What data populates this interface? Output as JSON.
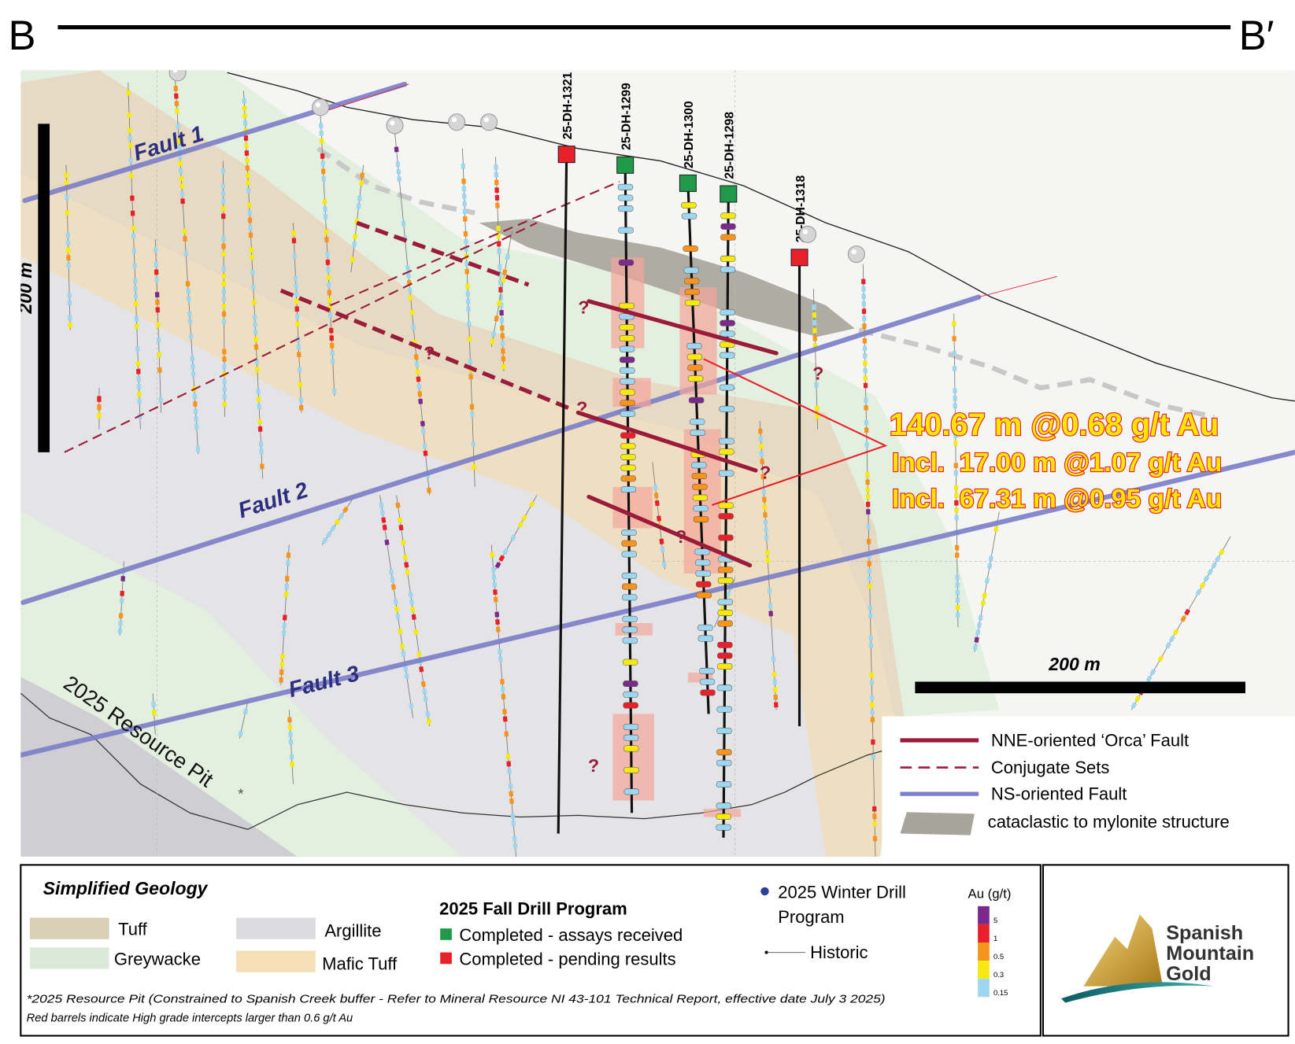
{
  "section": {
    "start_label": "B",
    "end_label": "B′"
  },
  "scale_bars": {
    "vertical_label": "200 m",
    "horizontal_label": "200 m"
  },
  "faults": {
    "fault1": "Fault 1",
    "fault2": "Fault 2",
    "fault3": "Fault 3"
  },
  "resource_pit_label": "2025 Resource Pit",
  "resource_pit_asterisk": "*",
  "question_mark": "?",
  "drill_holes": [
    {
      "id": "25-DH-1321",
      "status": "pending"
    },
    {
      "id": "25-DH-1299",
      "status": "assays"
    },
    {
      "id": "25-DH-1300",
      "status": "assays"
    },
    {
      "id": "25-DH-1298",
      "status": "assays"
    },
    {
      "id": "25-DH-1318",
      "status": "pending"
    }
  ],
  "intercepts": [
    "140.67 m @0.68 g/t Au",
    "Incl.  17.00 m @1.07 g/t Au",
    "Incl.  67.31 m @0.95 g/t Au"
  ],
  "structure_legend": [
    {
      "label": "NNE-oriented ‘Orca’ Fault",
      "symbol": "solid-red"
    },
    {
      "label": "Conjugate Sets",
      "symbol": "dashed-red"
    },
    {
      "label": "NS-oriented Fault",
      "symbol": "solid-purple"
    },
    {
      "label": "cataclastic to mylonite structure",
      "symbol": "grey-polygon"
    }
  ],
  "legend": {
    "geology_title": "Simplified Geology",
    "geology": [
      {
        "label": "Tuff",
        "color": "#d9ceb6"
      },
      {
        "label": "Argillite",
        "color": "#dcdcde"
      },
      {
        "label": "Greywacke",
        "color": "#d9ebd6"
      },
      {
        "label": "Mafic Tuff",
        "color": "#f4dfb6"
      }
    ],
    "fall_title": "2025 Fall Drill Program",
    "fall_items": [
      {
        "label": "Completed - assays received",
        "color": "#1e9a48"
      },
      {
        "label": "Completed - pending results",
        "color": "#e8202a"
      }
    ],
    "winter_label_1": "2025 Winter Drill",
    "winter_label_2": "Program",
    "historic_label": "Historic",
    "au_title": "Au (g/t)",
    "au_scale": [
      {
        "label": "5",
        "color": "#7b2a8c"
      },
      {
        "label": "1",
        "color": "#e8202a"
      },
      {
        "label": "0.5",
        "color": "#f7941d"
      },
      {
        "label": "0.3",
        "color": "#f5e90f"
      },
      {
        "label": "0.15",
        "color": "#9fd6ef"
      }
    ],
    "footnote_1": "*2025 Resource Pit (Constrained to Spanish Creek buffer - Refer to Mineral Resource NI 43-101 Technical Report, effective date July 3 2025)",
    "footnote_2": "Red barrels indicate High grade intercepts larger than 0.6 g/t Au"
  },
  "logo": {
    "line1": "Spanish",
    "line2": "Mountain",
    "line3": "Gold"
  }
}
